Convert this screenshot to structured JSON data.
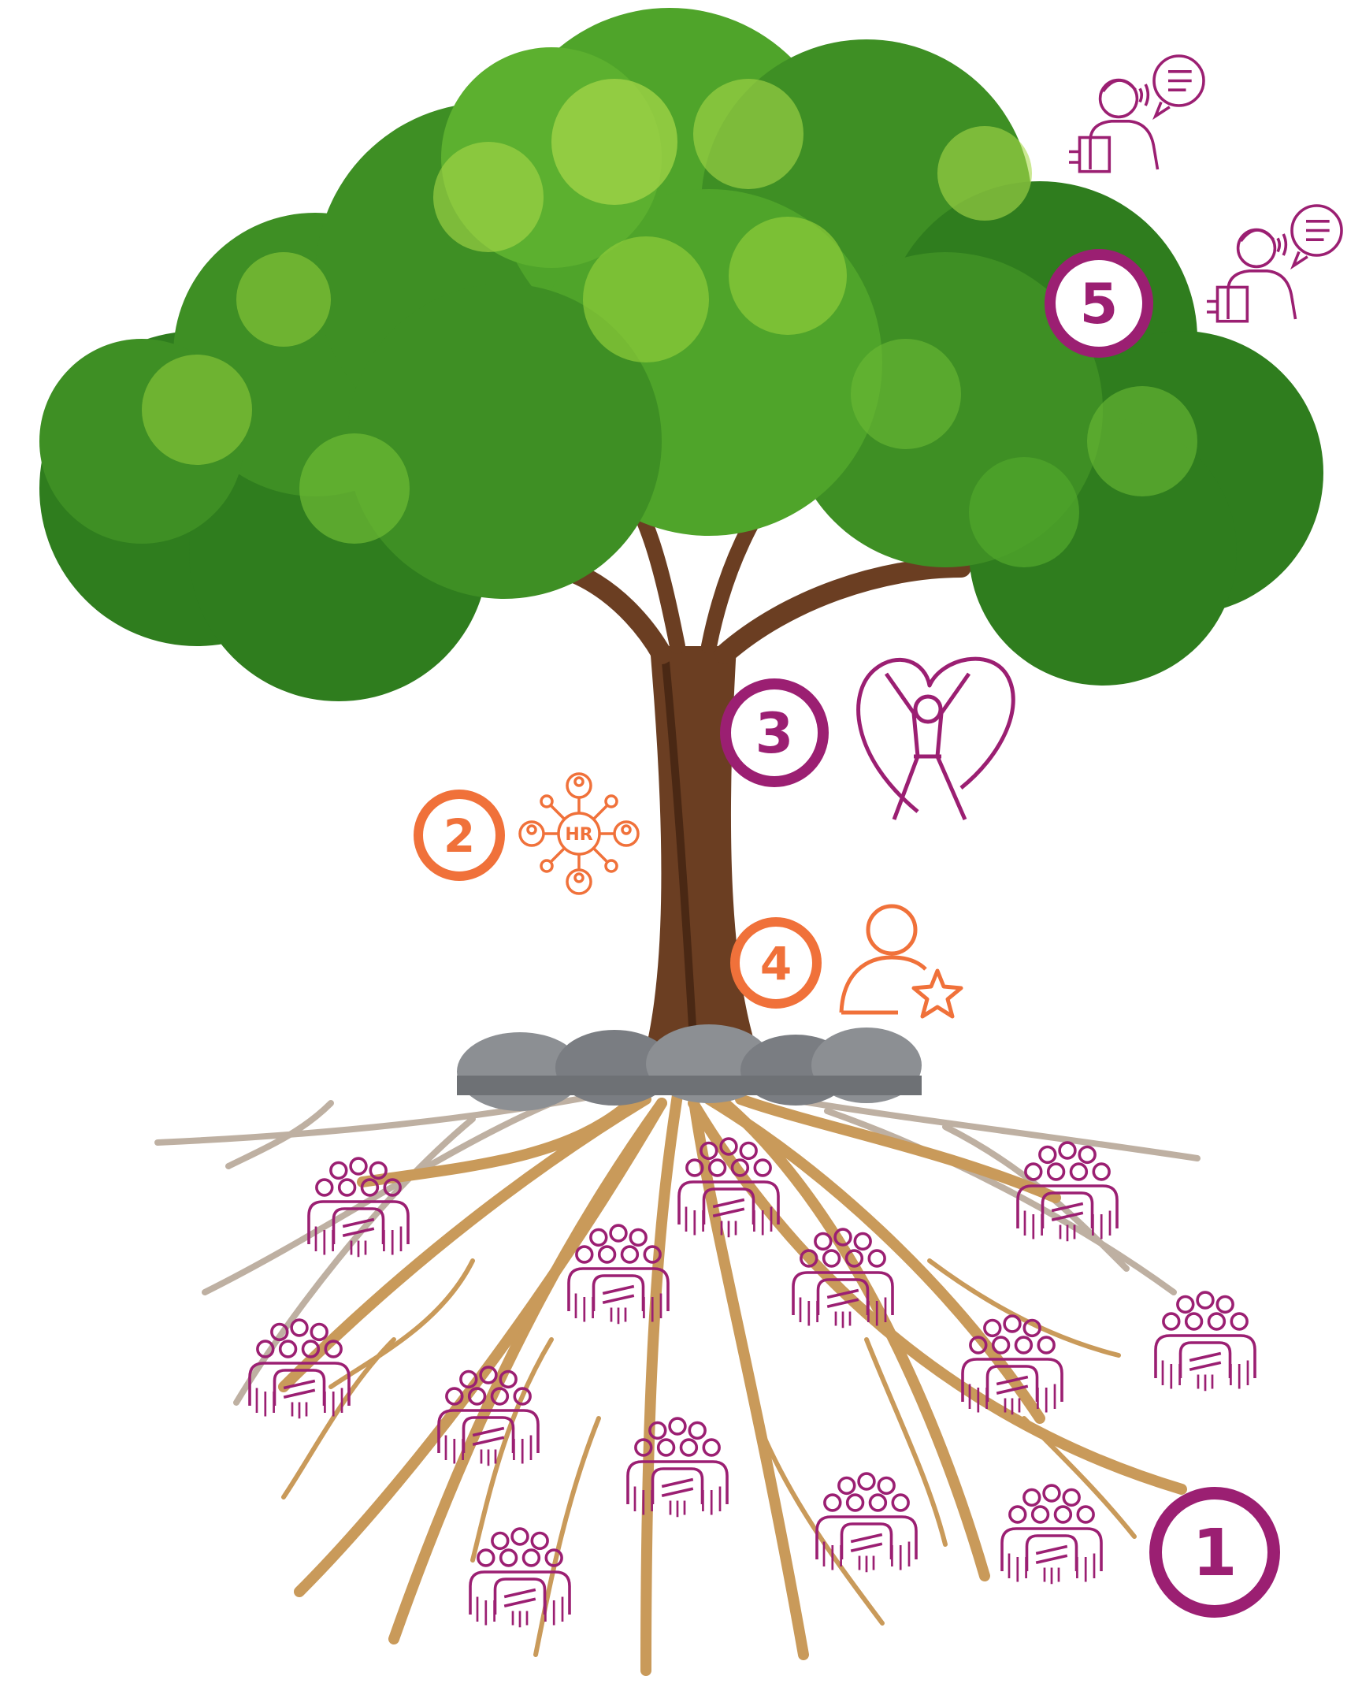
{
  "colors": {
    "purple": "#9b1f72",
    "orange": "#f0713a",
    "leaf_dark": "#2f7d1e",
    "leaf_mid": "#4fa42a",
    "leaf_light": "#a9d84a",
    "trunk": "#6b3e22",
    "root": "#c99a5a",
    "root_pale": "#b8a898",
    "rock": "#8c8f93"
  },
  "markers": [
    {
      "number": "1",
      "color": "purple",
      "icon": "team-group-icon"
    },
    {
      "number": "2",
      "color": "orange",
      "icon": "hr-network-icon"
    },
    {
      "number": "3",
      "color": "purple",
      "icon": "heart-person-icon"
    },
    {
      "number": "4",
      "color": "orange",
      "icon": "user-star-icon"
    },
    {
      "number": "5",
      "color": "purple",
      "icon": "feedback-conversation-icon"
    }
  ],
  "hr_icon_label": "HR"
}
